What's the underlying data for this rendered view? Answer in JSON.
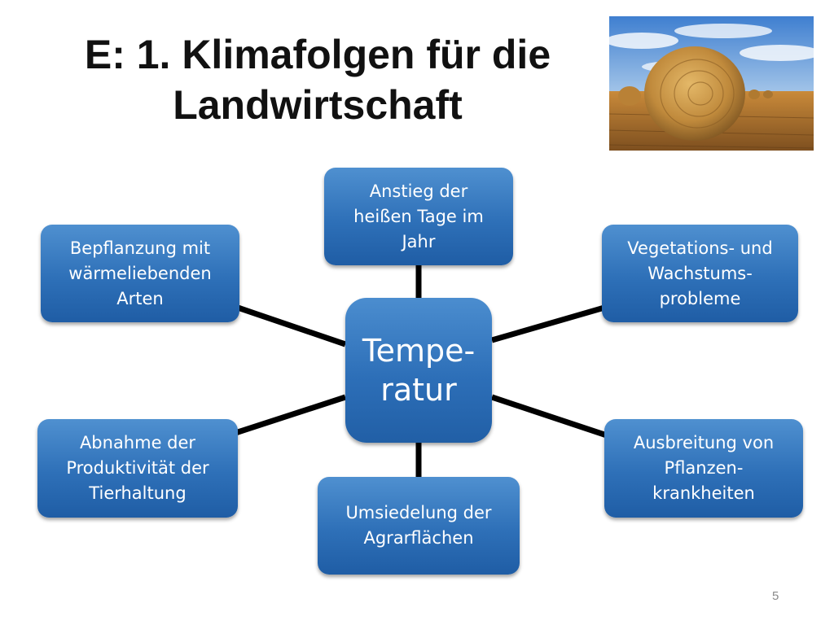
{
  "slide": {
    "title_line1": "E: 1. Klimafolgen für die",
    "title_line2": "Landwirtschaft",
    "page_number": "5"
  },
  "diagram": {
    "center": "Tempe-\nratur",
    "nodes": {
      "top": "Anstieg der\nheißen Tage im\nJahr",
      "top_right": "Vegetations- und\nWachstums-\nprobleme",
      "bottom_right": "Ausbreitung von\nPflanzen-\nkrankheiten",
      "bottom": "Umsiedelung der\nAgrarflächen",
      "bottom_left": "Abnahme der\nProduktivität der\nTierhaltung",
      "top_left": "Bepflanzung mit\nwärmeliebenden\nArten"
    }
  },
  "colors": {
    "node_fill": "#2e70b8",
    "connector": "#000000",
    "node_text": "#ffffff"
  },
  "icons": {
    "photo": "hay-bale-field-photo"
  }
}
